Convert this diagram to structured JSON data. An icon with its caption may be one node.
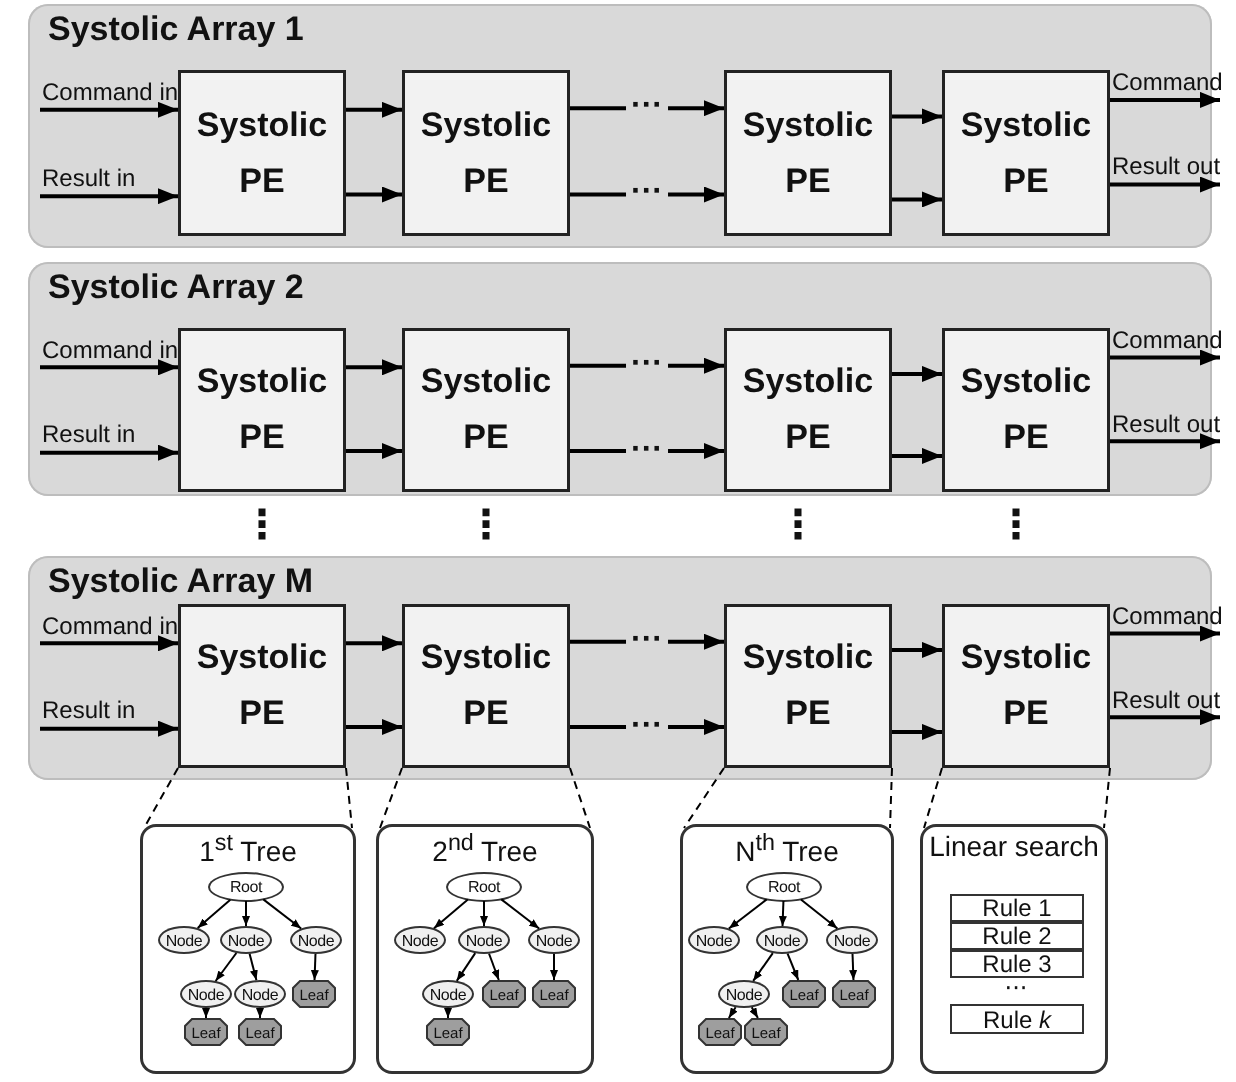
{
  "diagram": {
    "nodes": [
      {
        "text": [
          "Systolic Array 1"
        ]
      },
      {
        "text": [
          "Systolic PE"
        ],
        "in": 0
      },
      {
        "text": [
          "Systolic PE"
        ],
        "in": 0
      },
      {
        "text": [
          "Systolic PE"
        ],
        "in": 0
      },
      {
        "text": [
          "Systolic PE"
        ],
        "in": 0
      },
      {
        "text": [
          "Systolic Array 2"
        ]
      },
      {
        "text": [
          "Systolic PE"
        ],
        "in": 5
      },
      {
        "text": [
          "Systolic PE"
        ],
        "in": 5
      },
      {
        "text": [
          "Systolic PE"
        ],
        "in": 5
      },
      {
        "text": [
          "Systolic PE"
        ],
        "in": 5
      },
      {
        "text": [
          "Systolic Array M"
        ]
      },
      {
        "text": [
          "Systolic PE"
        ],
        "in": 10
      },
      {
        "text": [
          "Systolic PE"
        ],
        "in": 10
      },
      {
        "text": [
          "Systolic PE"
        ],
        "in": 10
      },
      {
        "text": [
          "Systolic PE"
        ],
        "in": 10
      },
      {
        "text": [
          "1$^{st}$ Tree"
        ]
      },
      {
        "text": [
          "Root"
        ],
        "in": 15
      },
      {
        "text": [
          "Node"
        ],
        "in": 15
      },
      {
        "text": [
          "Node"
        ],
        "in": 15
      },
      {
        "text": [
          "Node"
        ],
        "in": 15
      },
      {
        "text": [
          "Node"
        ],
        "in": 15
      },
      {
        "text": [
          "Node"
        ],
        "in": 15
      },
      {
        "text": [
          "Leaf"
        ],
        "in": 15
      },
      {
        "text": [
          "Leaf"
        ],
        "in": 15
      },
      {
        "text": [
          "Leaf"
        ],
        "in": 15
      },
      {
        "text": [
          "2$^{nd}$ Tree"
        ]
      },
      {
        "text": [
          "Root"
        ],
        "in": 25
      },
      {
        "text": [
          "Node"
        ],
        "in": 25
      },
      {
        "text": [
          "Node"
        ],
        "in": 25
      },
      {
        "text": [
          "Node"
        ],
        "in": 25
      },
      {
        "text": [
          "Node"
        ],
        "in": 25
      },
      {
        "text": [
          "Leaf"
        ],
        "in": 25
      },
      {
        "text": [
          "Leaf"
        ],
        "in": 25
      },
      {
        "text": [
          "Leaf"
        ],
        "in": 25
      },
      {
        "text": [
          "N$^{th}$ Tree"
        ]
      },
      {
        "text": [
          "Root"
        ],
        "in": 34
      },
      {
        "text": [
          "Node"
        ],
        "in": 34
      },
      {
        "text": [
          "Node"
        ],
        "in": 34
      },
      {
        "text": [
          "Node"
        ],
        "in": 34
      },
      {
        "text": [
          "Node"
        ],
        "in": 34
      },
      {
        "text": [
          "Leaf"
        ],
        "in": 34
      },
      {
        "text": [
          "Leaf"
        ],
        "in": 34
      },
      {
        "text": [
          "Leaf"
        ],
        "in": 34
      },
      {
        "text": [
          "Leaf"
        ],
        "in": 34
      },
      {
        "text": [
          "Linear search"
        ]
      },
      {
        "text": [
          "Rule 1"
        ],
        "in": 44
      },
      {
        "text": [
          "Rule 2"
        ],
        "in": 44
      },
      {
        "text": [
          "Rule 3"
        ],
        "in": 44
      },
      {
        "text": [
          "Rule *k*"
        ],
        "in": 44
      }
    ],
    "edges": [
      {
        "from": null,
        "to": 1,
        "arrow": "to",
        "label": "Command in"
      },
      {
        "from": null,
        "to": 1,
        "arrow": "to",
        "label": "Result in"
      },
      {
        "from": 1,
        "to": 2,
        "arrow": "to"
      },
      {
        "from": 1,
        "to": 2,
        "arrow": "to"
      },
      {
        "from": 2,
        "to": 3,
        "arrow": "to",
        "label": "···"
      },
      {
        "from": 2,
        "to": 3,
        "arrow": "to",
        "label": "···"
      },
      {
        "from": 3,
        "to": 4,
        "arrow": "to"
      },
      {
        "from": 3,
        "to": 4,
        "arrow": "to"
      },
      {
        "from": 4,
        "to": null,
        "arrow": "to",
        "label": "Command"
      },
      {
        "from": 4,
        "to": null,
        "arrow": "to",
        "label": "Result out"
      },
      {
        "from": null,
        "to": 6,
        "arrow": "to",
        "label": "Command in"
      },
      {
        "from": null,
        "to": 6,
        "arrow": "to",
        "label": "Result in"
      },
      {
        "from": 6,
        "to": 7,
        "arrow": "to"
      },
      {
        "from": 6,
        "to": 7,
        "arrow": "to"
      },
      {
        "from": 7,
        "to": 8,
        "arrow": "to",
        "label": "···"
      },
      {
        "from": 7,
        "to": 8,
        "arrow": "to",
        "label": "···"
      },
      {
        "from": 8,
        "to": 9,
        "arrow": "to"
      },
      {
        "from": 8,
        "to": 9,
        "arrow": "to"
      },
      {
        "from": 9,
        "to": null,
        "arrow": "to",
        "label": "Command"
      },
      {
        "from": 9,
        "to": null,
        "arrow": "to",
        "label": "Result out"
      },
      {
        "from": null,
        "to": 11,
        "arrow": "to",
        "label": "Command in"
      },
      {
        "from": null,
        "to": 11,
        "arrow": "to",
        "label": "Result in"
      },
      {
        "from": 11,
        "to": 12,
        "arrow": "to"
      },
      {
        "from": 11,
        "to": 12,
        "arrow": "to"
      },
      {
        "from": 12,
        "to": 13,
        "arrow": "to",
        "label": "···"
      },
      {
        "from": 12,
        "to": 13,
        "arrow": "to",
        "label": "···"
      },
      {
        "from": 13,
        "to": 14,
        "arrow": "to"
      },
      {
        "from": 13,
        "to": 14,
        "arrow": "to"
      },
      {
        "from": 14,
        "to": null,
        "arrow": "to",
        "label": "Command"
      },
      {
        "from": 14,
        "to": null,
        "arrow": "to",
        "label": "Result out"
      },
      {
        "from": 16,
        "to": 17,
        "arrow": "to"
      },
      {
        "from": 16,
        "to": 18,
        "arrow": "to"
      },
      {
        "from": 16,
        "to": 19,
        "arrow": "to"
      },
      {
        "from": 18,
        "to": 20,
        "arrow": "to"
      },
      {
        "from": 18,
        "to": 21,
        "arrow": "to"
      },
      {
        "from": 19,
        "to": 22,
        "arrow": "to"
      },
      {
        "from": 20,
        "to": 23,
        "arrow": "to"
      },
      {
        "from": 21,
        "to": 24,
        "arrow": "to"
      },
      {
        "from": 26,
        "to": 27,
        "arrow": "to"
      },
      {
        "from": 26,
        "to": 28,
        "arrow": "to"
      },
      {
        "from": 26,
        "to": 29,
        "arrow": "to"
      },
      {
        "from": 28,
        "to": 30,
        "arrow": "to"
      },
      {
        "from": 28,
        "to": 31,
        "arrow": "to"
      },
      {
        "from": 29,
        "to": 32,
        "arrow": "to"
      },
      {
        "from": 30,
        "to": 33,
        "arrow": "to"
      },
      {
        "from": 35,
        "to": 36,
        "arrow": "to"
      },
      {
        "from": 35,
        "to": 37,
        "arrow": "to"
      },
      {
        "from": 35,
        "to": 38,
        "arrow": "to"
      },
      {
        "from": 37,
        "to": 39,
        "arrow": "to"
      },
      {
        "from": 37,
        "to": 40,
        "arrow": "to"
      },
      {
        "from": 38,
        "to": 41,
        "arrow": "to"
      },
      {
        "from": 39,
        "to": 42,
        "arrow": "to"
      },
      {
        "from": 39,
        "to": 43,
        "arrow": "to"
      },
      {
        "from": 11,
        "to": 15,
        "arrow": "none",
        "style": "dashed"
      },
      {
        "from": 11,
        "to": 15,
        "arrow": "none",
        "style": "dashed"
      },
      {
        "from": 12,
        "to": 25,
        "arrow": "none",
        "style": "dashed"
      },
      {
        "from": 12,
        "to": 25,
        "arrow": "none",
        "style": "dashed"
      },
      {
        "from": 13,
        "to": 34,
        "arrow": "none",
        "style": "dashed"
      },
      {
        "from": 13,
        "to": 34,
        "arrow": "none",
        "style": "dashed"
      },
      {
        "from": 14,
        "to": 44,
        "arrow": "none",
        "style": "dashed"
      },
      {
        "from": 14,
        "to": 44,
        "arrow": "none",
        "style": "dashed"
      }
    ],
    "labels": [
      "⋮",
      "⋮",
      "⋮",
      "⋮",
      "···"
    ]
  }
}
